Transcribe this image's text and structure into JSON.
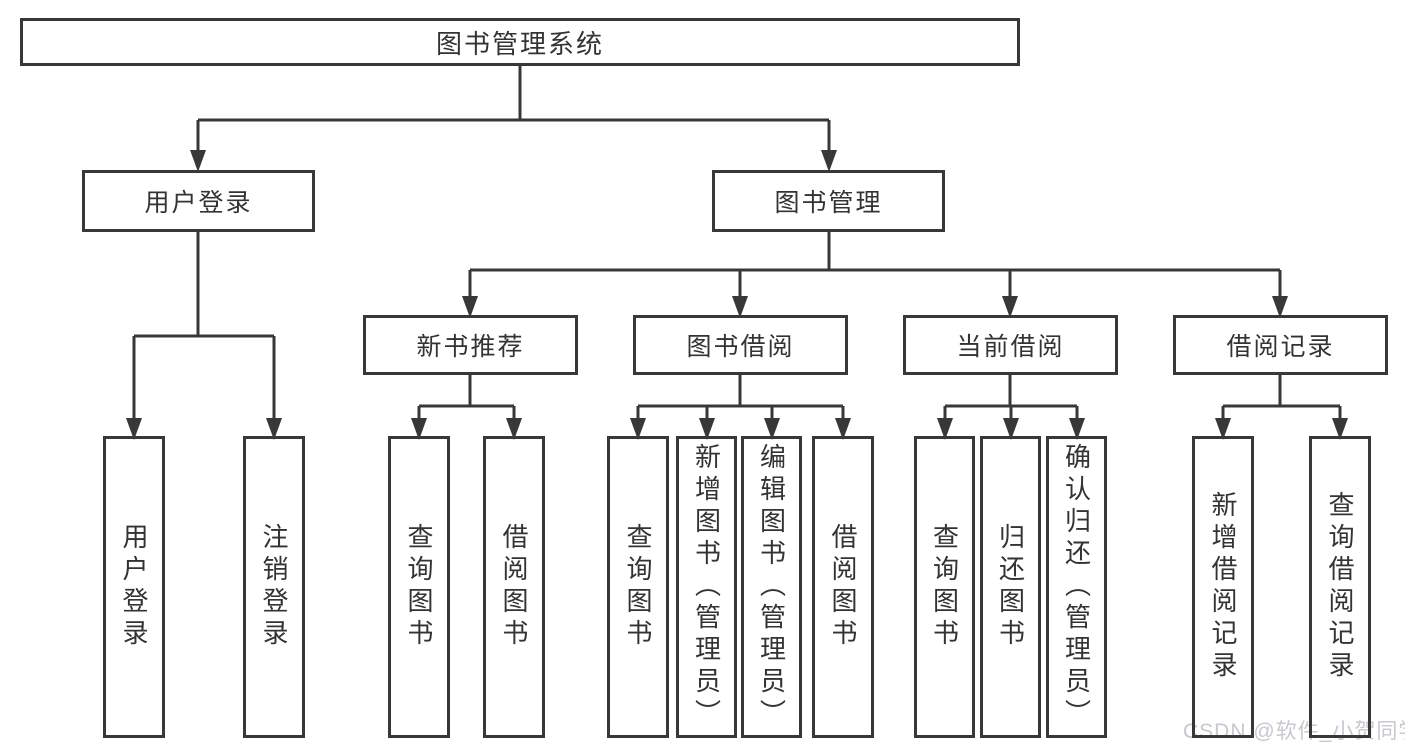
{
  "tree": {
    "root": "图书管理系统",
    "children": [
      {
        "label": "用户登录",
        "children": [
          "用户登录",
          "注销登录"
        ]
      },
      {
        "label": "图书管理",
        "children": [
          {
            "label": "新书推荐",
            "children": [
              "查询图书",
              "借阅图书"
            ]
          },
          {
            "label": "图书借阅",
            "children": [
              "查询图书",
              "新增图书（管理员）",
              "编辑图书（管理员）",
              "借阅图书"
            ]
          },
          {
            "label": "当前借阅",
            "children": [
              "查询图书",
              "归还图书",
              "确认归还（管理员）"
            ]
          },
          {
            "label": "借阅记录",
            "children": [
              "新增借阅记录",
              "查询借阅记录"
            ]
          }
        ]
      }
    ]
  },
  "watermark": {
    "text": "CSDN @软件_小贺同学"
  },
  "colors": {
    "line": "#383838",
    "box_border": "#383838",
    "text": "#333333",
    "watermark": "#c8c8ce",
    "background": "#ffffff"
  }
}
